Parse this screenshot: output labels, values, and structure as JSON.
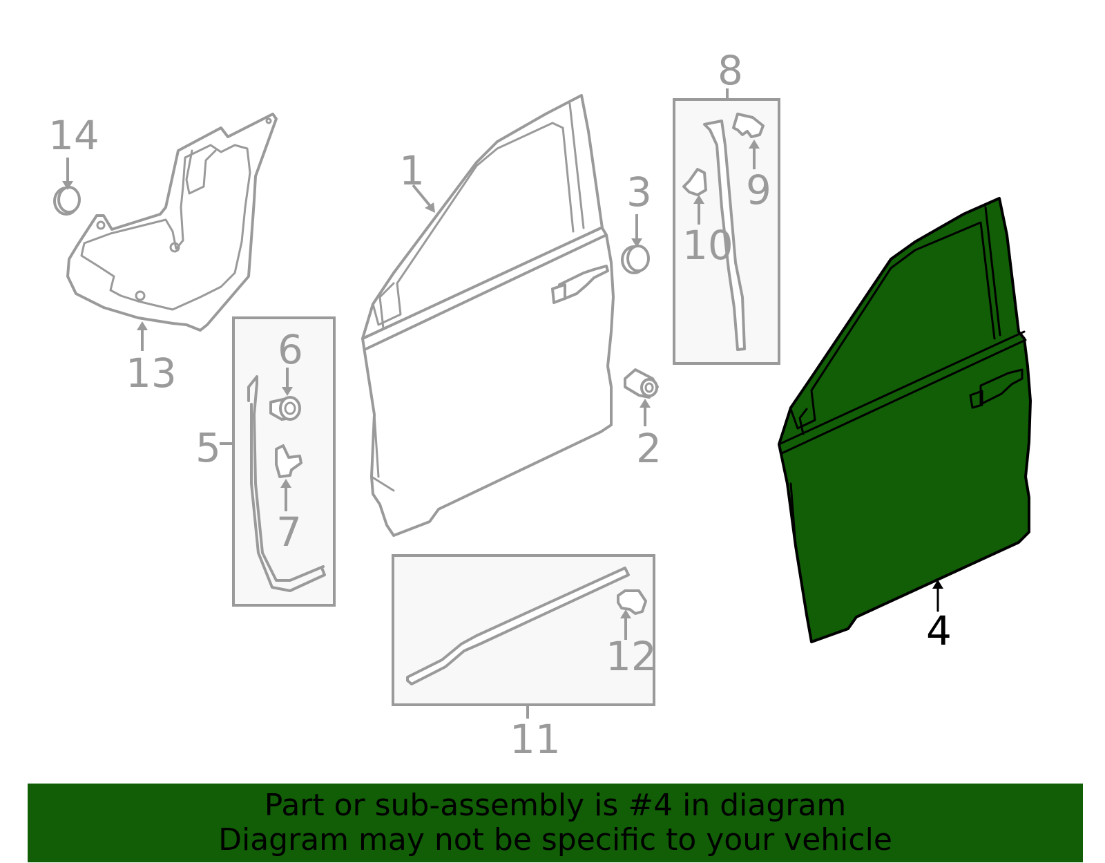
{
  "diagram": {
    "callouts": {
      "c1": "1",
      "c2": "2",
      "c3": "3",
      "c4": "4",
      "c5": "5",
      "c6": "6",
      "c7": "7",
      "c8": "8",
      "c9": "9",
      "c10": "10",
      "c11": "11",
      "c12": "12",
      "c13": "13",
      "c14": "14"
    },
    "highlighted_part": "4",
    "colors": {
      "highlight": "#115e07",
      "line": "#9a9a9a",
      "box_fill": "#f8f8f8"
    }
  },
  "banner": {
    "line1": "Part or sub-assembly is #4 in diagram",
    "line2": "Diagram may not be specific to your vehicle"
  }
}
